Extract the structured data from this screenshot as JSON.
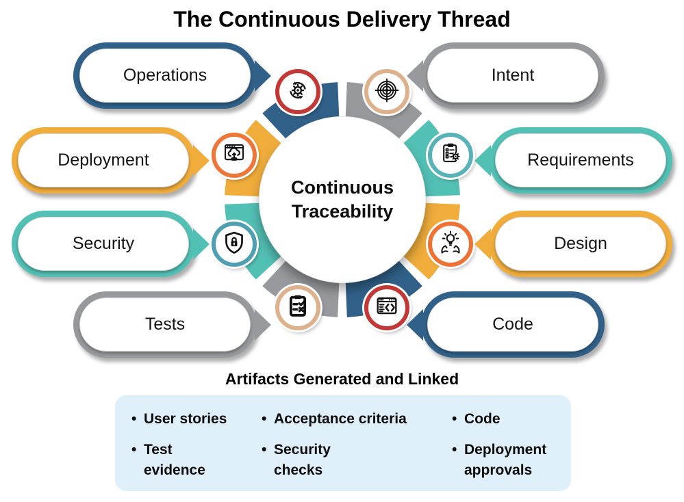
{
  "title": "The Continuous Delivery Thread",
  "hub_center": {
    "label": "Continuous\nTraceability"
  },
  "groups": [
    {
      "name": "operations",
      "label": "Operations",
      "color": "#316189",
      "icon": "gear-sync-icon",
      "icon_ring": "#C23836"
    },
    {
      "name": "intent",
      "label": "Intent",
      "color": "#97999D",
      "icon": "target-icon",
      "icon_ring": "#DDB18C"
    },
    {
      "name": "requirements",
      "label": "Requirements",
      "color": "#53C0B5",
      "icon": "clipboard-gear-icon",
      "icon_ring": "#58B2B8"
    },
    {
      "name": "design",
      "label": "Design",
      "color": "#F0AD3C",
      "icon": "bulb-hands-icon",
      "icon_ring": "#ED7234"
    },
    {
      "name": "code",
      "label": "Code",
      "color": "#316189",
      "icon": "code-window-icon",
      "icon_ring": "#C23836"
    },
    {
      "name": "tests",
      "label": "Tests",
      "color": "#97999D",
      "icon": "clipboard-check-icon",
      "icon_ring": "#DDB18C"
    },
    {
      "name": "security",
      "label": "Security",
      "color": "#53C0B5",
      "icon": "shield-lock-icon",
      "icon_ring": "#4F9FB2"
    },
    {
      "name": "deployment",
      "label": "Deployment",
      "color": "#F0AD3C",
      "icon": "cloud-upload-icon",
      "icon_ring": "#ED7638"
    }
  ],
  "artifacts": {
    "title": "Artifacts Generated and Linked",
    "panel_color": "#DFF0FB",
    "columns": [
      [
        "User stories",
        "Test\nevidence"
      ],
      [
        "Acceptance criteria",
        "Security\nchecks"
      ],
      [
        "Code",
        "Deployment\napprovals"
      ]
    ]
  }
}
